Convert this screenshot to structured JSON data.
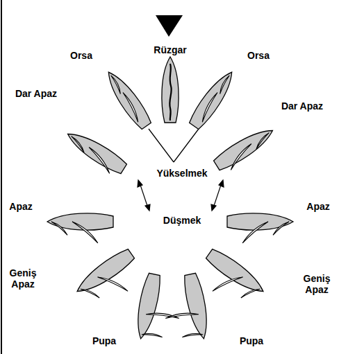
{
  "diagram": {
    "labels": [
      "Rüzgar",
      "Orsa",
      "Orsa",
      "Dar Apaz",
      "Dar Apaz",
      "Apaz",
      "Apaz",
      "Yükselmek",
      "Düşmek",
      "Geniş Apaz",
      "Geniş Apaz",
      "Pupa",
      "Pupa"
    ]
  }
}
